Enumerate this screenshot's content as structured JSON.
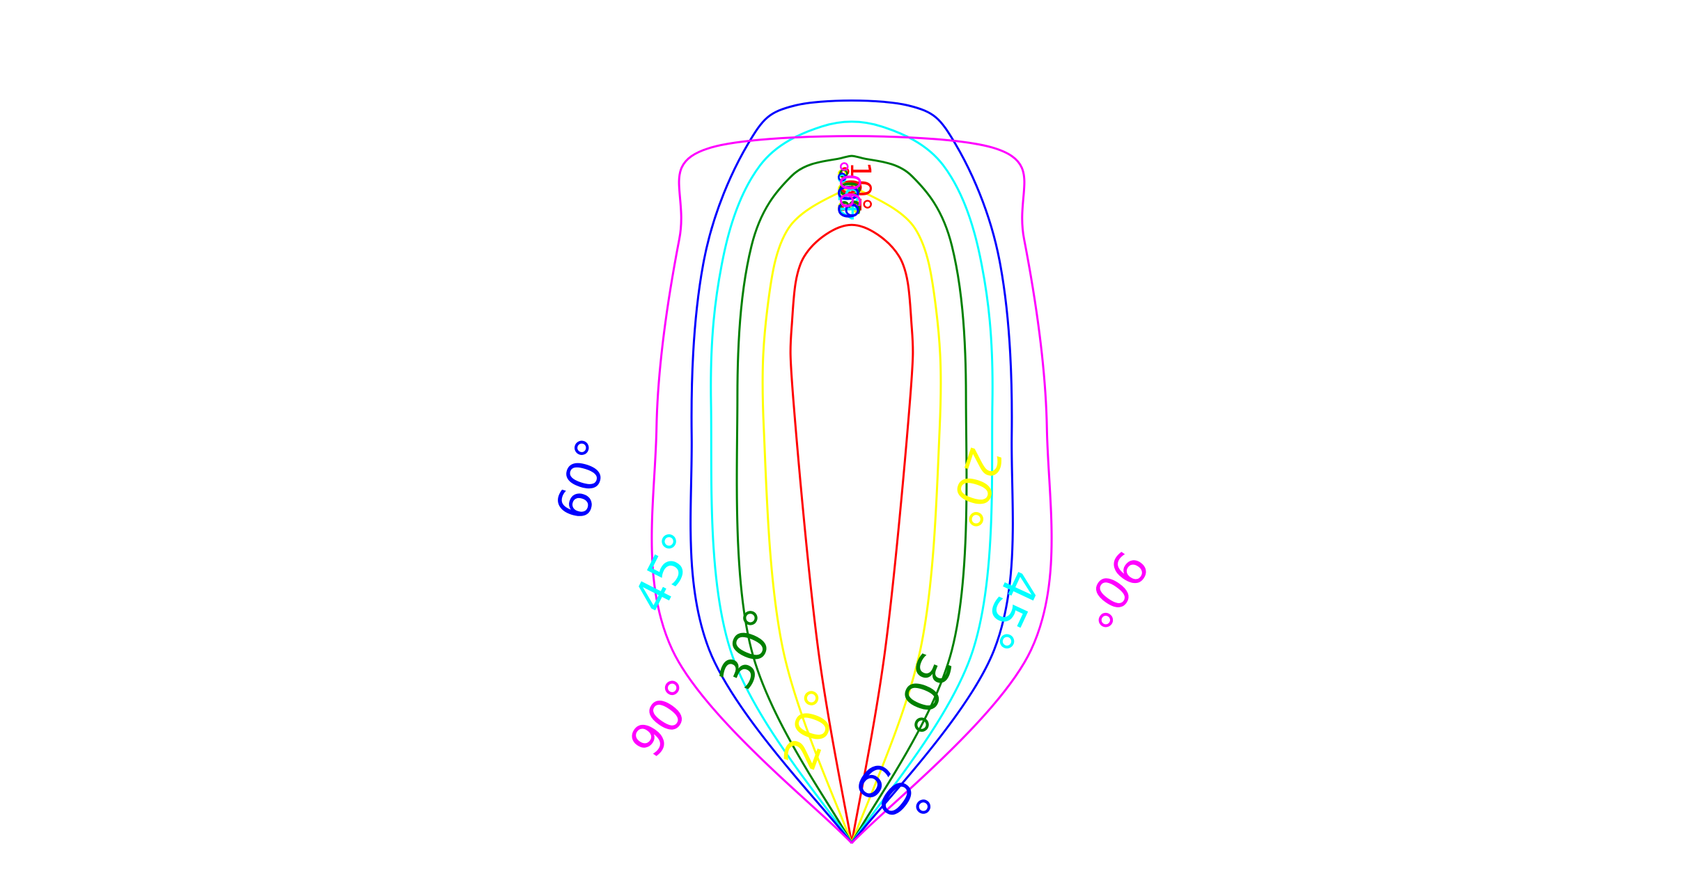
{
  "chart_data": {
    "type": "line",
    "title": "",
    "xlabel": "",
    "ylabel": "",
    "grid": false,
    "legend": "none",
    "series": [
      {
        "color": "#ff0000",
        "label_text": "10°",
        "points": [
          [
            0.0,
            0.0
          ],
          [
            -0.095,
            0.55
          ],
          [
            -0.165,
            1.25
          ],
          [
            -0.17,
            1.48
          ],
          [
            -0.135,
            1.67
          ],
          [
            0.0,
            1.76
          ],
          [
            0.135,
            1.67
          ],
          [
            0.17,
            1.48
          ],
          [
            0.165,
            1.25
          ],
          [
            0.095,
            0.55
          ],
          [
            0.0,
            0.0
          ]
        ]
      },
      {
        "color": "#ffff00",
        "label_text": "20°",
        "points": [
          [
            0.0,
            0.0
          ],
          [
            -0.195,
            0.55
          ],
          [
            -0.25,
            1.18
          ],
          [
            -0.24,
            1.52
          ],
          [
            -0.18,
            1.75
          ],
          [
            -0.02,
            1.86
          ],
          [
            0.02,
            1.86
          ],
          [
            0.18,
            1.75
          ],
          [
            0.24,
            1.52
          ],
          [
            0.25,
            1.18
          ],
          [
            0.195,
            0.55
          ],
          [
            0.0,
            0.0
          ]
        ]
      },
      {
        "color": "#008000",
        "label_text": "30°",
        "points": [
          [
            0.0,
            0.0
          ],
          [
            -0.285,
            0.55
          ],
          [
            -0.325,
            1.27
          ],
          [
            -0.285,
            1.7
          ],
          [
            -0.17,
            1.9
          ],
          [
            -0.03,
            1.95
          ],
          [
            0.03,
            1.95
          ],
          [
            0.17,
            1.9
          ],
          [
            0.285,
            1.7
          ],
          [
            0.325,
            1.27
          ],
          [
            0.285,
            0.55
          ],
          [
            0.0,
            0.0
          ]
        ]
      },
      {
        "color": "#00ffff",
        "label_text": "45°",
        "points": [
          [
            0.0,
            0.0
          ],
          [
            -0.345,
            0.55
          ],
          [
            -0.4,
            1.25
          ],
          [
            -0.365,
            1.67
          ],
          [
            -0.26,
            1.93
          ],
          [
            -0.085,
            2.04
          ],
          [
            0.085,
            2.04
          ],
          [
            0.26,
            1.93
          ],
          [
            0.365,
            1.67
          ],
          [
            0.4,
            1.25
          ],
          [
            0.345,
            0.55
          ],
          [
            0.0,
            0.0
          ]
        ]
      },
      {
        "color": "#0000ff",
        "label_text": "60°",
        "points": [
          [
            0.0,
            0.0
          ],
          [
            -0.405,
            0.55
          ],
          [
            -0.455,
            1.16
          ],
          [
            -0.42,
            1.66
          ],
          [
            -0.295,
            1.99
          ],
          [
            -0.16,
            2.1
          ],
          [
            0.16,
            2.1
          ],
          [
            0.295,
            1.99
          ],
          [
            0.42,
            1.66
          ],
          [
            0.455,
            1.16
          ],
          [
            0.405,
            0.55
          ],
          [
            0.0,
            0.0
          ]
        ]
      },
      {
        "color": "#ff00ff",
        "label_text": "90°",
        "points": [
          [
            0.0,
            0.0
          ],
          [
            -0.51,
            0.55
          ],
          [
            -0.555,
            1.18
          ],
          [
            -0.49,
            1.72
          ],
          [
            -0.4,
            1.98
          ],
          [
            0.4,
            1.98
          ],
          [
            0.49,
            1.72
          ],
          [
            0.555,
            1.18
          ],
          [
            0.51,
            0.55
          ],
          [
            0.0,
            0.0
          ]
        ]
      }
    ],
    "annotations": [
      "10°",
      "20°",
      "30°",
      "45°",
      "60°",
      "90°"
    ]
  }
}
